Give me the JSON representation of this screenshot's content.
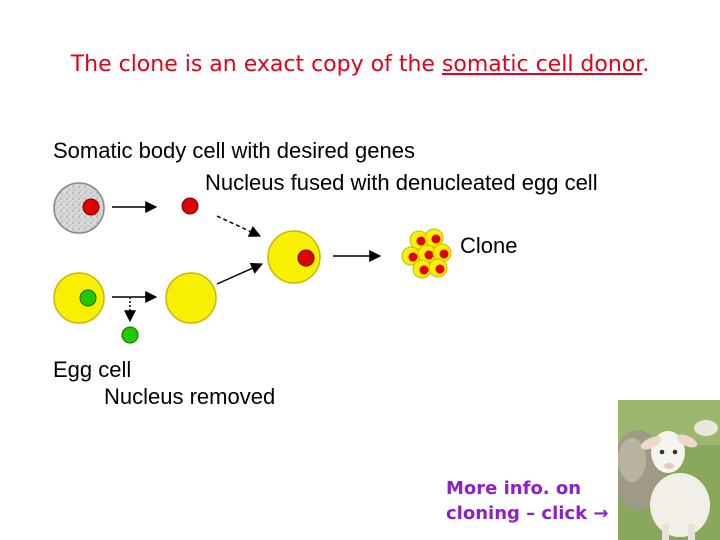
{
  "title": {
    "prefix": "The clone is an exact copy of the ",
    "emphasis": "somatic cell donor",
    "suffix": "."
  },
  "diagram": {
    "label_somatic": "Somatic body cell with desired genes",
    "label_fused": "Nucleus fused with denucleated egg cell",
    "label_clone": "Clone",
    "label_egg": "Egg cell",
    "label_removed": "Nucleus removed"
  },
  "link": {
    "line1": "More info. on",
    "line2": "cloning – click →"
  },
  "colors": {
    "title": "#e4001b",
    "link": "#8e20c9",
    "egg_yellow": "#f7f000",
    "nucleus_red": "#e00000",
    "nucleus_green": "#22c800",
    "somatic_gray": "#d0d0d0"
  }
}
